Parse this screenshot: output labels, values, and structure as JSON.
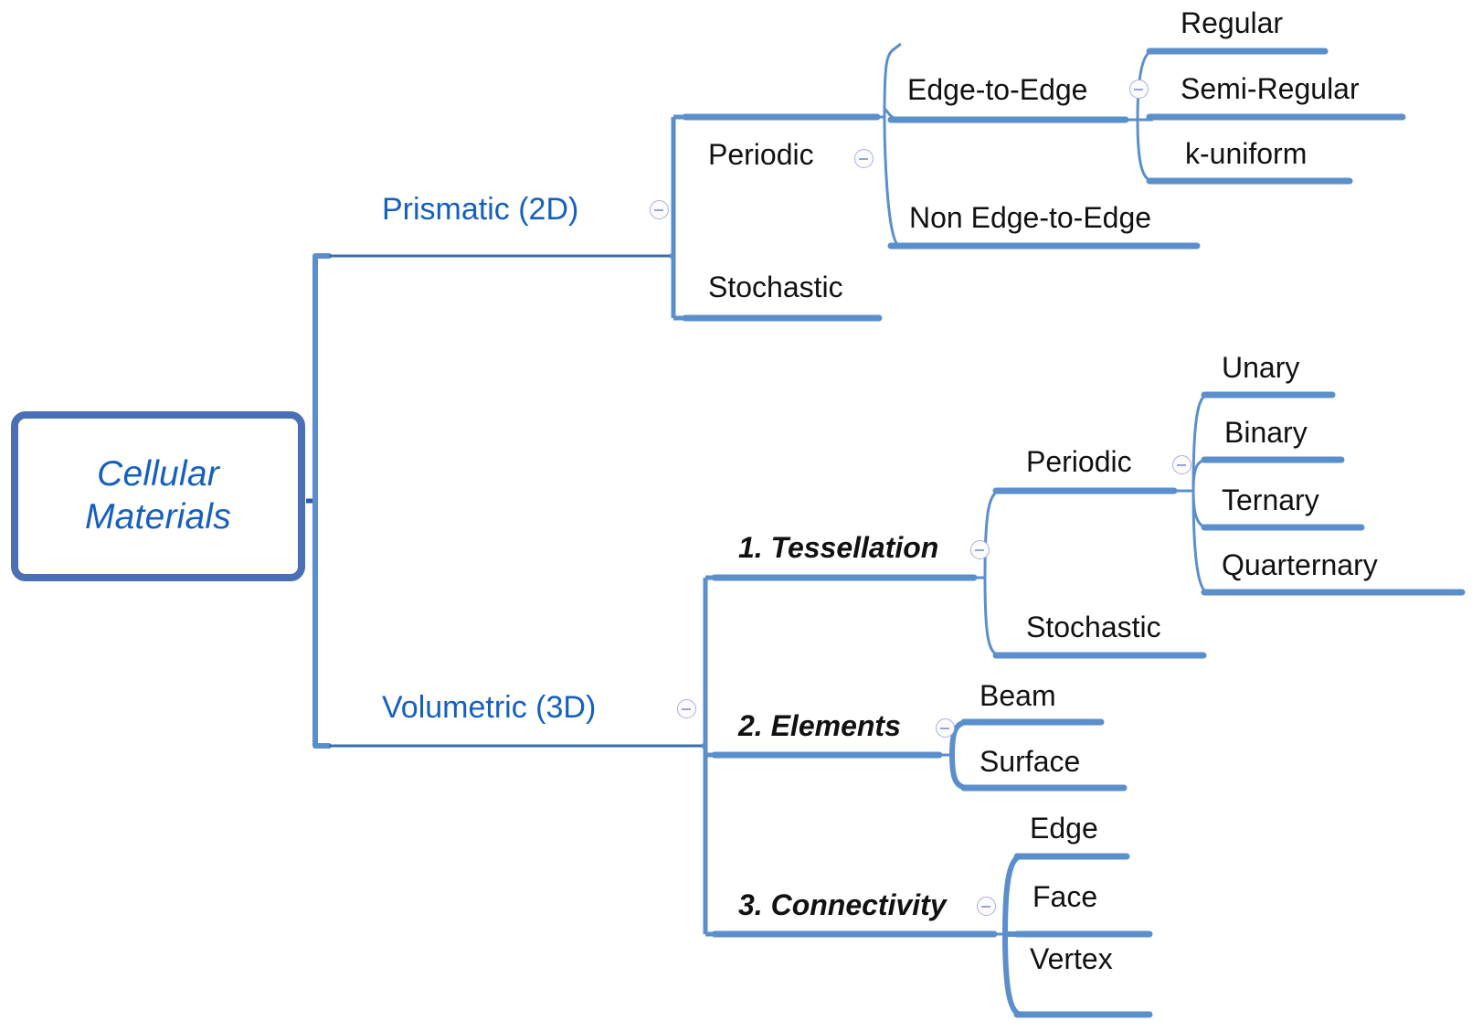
{
  "diagram": {
    "title": "Cellular Materials classification mind map",
    "colors": {
      "root_border": "#4a6fb5",
      "root_text": "#1560bd",
      "level1_text": "#1560bd",
      "leaf_text": "#111111",
      "branch_line": "#5b8fcc",
      "underline": "#5b8fcc",
      "collapse_icon": "#a7aee0",
      "background": "#ffffff"
    },
    "root": {
      "label": "Cellular\nMaterials"
    },
    "nodes": {
      "prismatic": {
        "label": "Prismatic (2D)"
      },
      "prismatic_periodic": {
        "label": "Periodic"
      },
      "prismatic_stochastic": {
        "label": "Stochastic"
      },
      "edge_to_edge": {
        "label": "Edge-to-Edge"
      },
      "non_edge_to_edge": {
        "label": "Non Edge-to-Edge"
      },
      "regular": {
        "label": "Regular"
      },
      "semi_regular": {
        "label": "Semi-Regular"
      },
      "k_uniform": {
        "label": "k-uniform"
      },
      "volumetric": {
        "label": "Volumetric (3D)"
      },
      "tessellation": {
        "label": "1. Tessellation"
      },
      "elements": {
        "label": "2. Elements"
      },
      "connectivity": {
        "label": "3. Connectivity"
      },
      "vol_periodic": {
        "label": "Periodic"
      },
      "vol_stochastic": {
        "label": "Stochastic"
      },
      "unary": {
        "label": "Unary"
      },
      "binary": {
        "label": "Binary"
      },
      "ternary": {
        "label": "Ternary"
      },
      "quarternary": {
        "label": "Quarternary"
      },
      "beam": {
        "label": "Beam"
      },
      "surface": {
        "label": "Surface"
      },
      "edge": {
        "label": "Edge"
      },
      "face": {
        "label": "Face"
      },
      "vertex": {
        "label": "Vertex"
      }
    },
    "icons": {
      "collapse": "collapse-minus-icon"
    },
    "tree": {
      "label": "Cellular Materials",
      "children": [
        {
          "label": "Prismatic (2D)",
          "children": [
            {
              "label": "Periodic",
              "children": [
                {
                  "label": "Edge-to-Edge",
                  "children": [
                    {
                      "label": "Regular"
                    },
                    {
                      "label": "Semi-Regular"
                    },
                    {
                      "label": "k-uniform"
                    }
                  ]
                },
                {
                  "label": "Non Edge-to-Edge"
                }
              ]
            },
            {
              "label": "Stochastic"
            }
          ]
        },
        {
          "label": "Volumetric (3D)",
          "children": [
            {
              "label": "1. Tessellation",
              "children": [
                {
                  "label": "Periodic",
                  "children": [
                    {
                      "label": "Unary"
                    },
                    {
                      "label": "Binary"
                    },
                    {
                      "label": "Ternary"
                    },
                    {
                      "label": "Quarternary"
                    }
                  ]
                },
                {
                  "label": "Stochastic"
                }
              ]
            },
            {
              "label": "2. Elements",
              "children": [
                {
                  "label": "Beam"
                },
                {
                  "label": "Surface"
                }
              ]
            },
            {
              "label": "3. Connectivity",
              "children": [
                {
                  "label": "Edge"
                },
                {
                  "label": "Face"
                },
                {
                  "label": "Vertex"
                }
              ]
            }
          ]
        }
      ]
    }
  }
}
